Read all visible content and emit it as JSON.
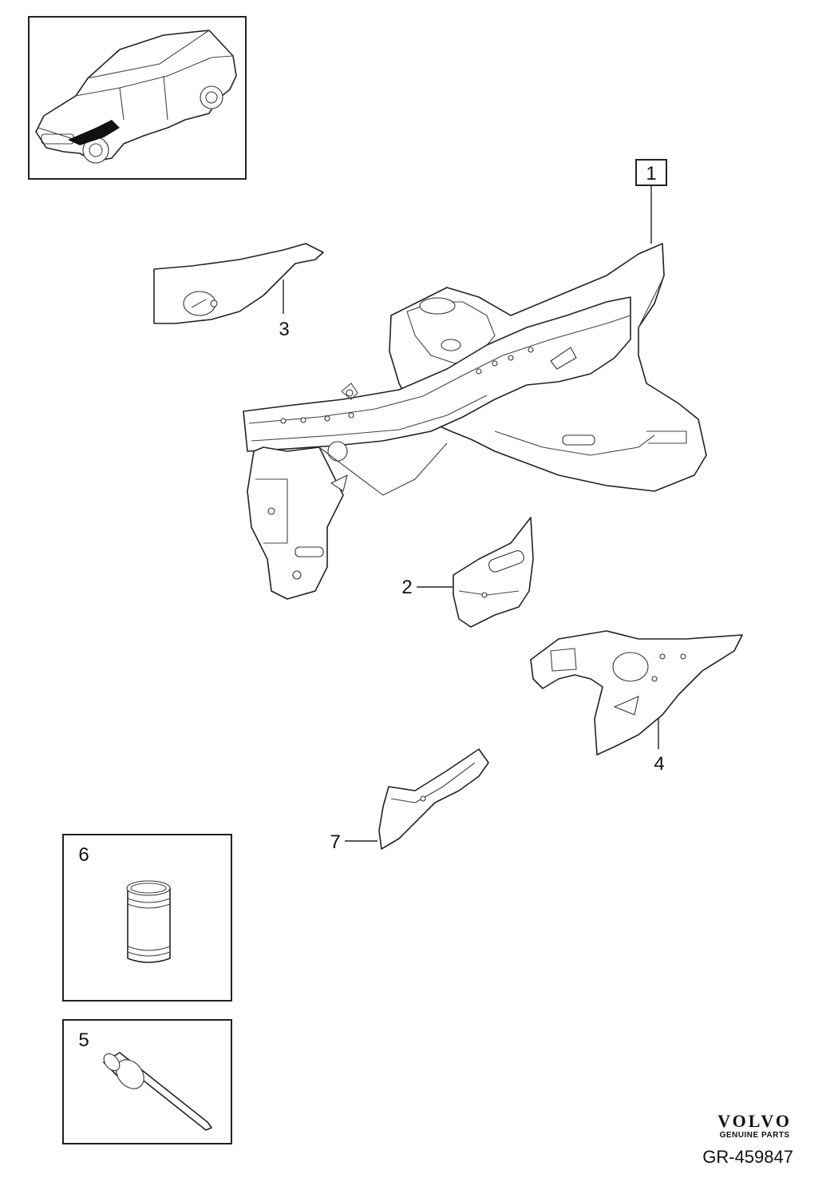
{
  "diagram": {
    "callouts": {
      "c1": "1",
      "c2": "2",
      "c3": "3",
      "c4": "4",
      "c5": "5",
      "c6": "6",
      "c7": "7"
    },
    "brand": {
      "logo": "VOLVO",
      "subtitle": "GENUINE PARTS"
    },
    "reference": "GR-459847"
  },
  "icons": {
    "thumbnail": "car-location-thumbnail-icon",
    "sleeve": "sleeve-part-icon",
    "rivet": "rivet-part-icon"
  }
}
